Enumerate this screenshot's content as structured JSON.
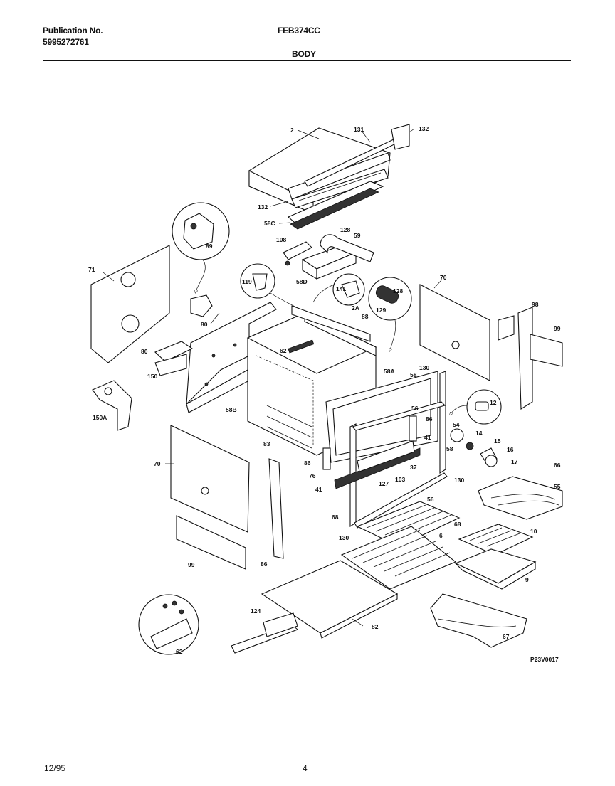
{
  "header": {
    "publication_label": "Publication No.",
    "publication_number": "5995272761",
    "model": "FEB374CC",
    "section": "BODY"
  },
  "footer": {
    "date": "12/95",
    "page": "4"
  },
  "diagram": {
    "drawing_code": "P23V0017",
    "callouts": [
      "2",
      "131",
      "132",
      "132",
      "58C",
      "108",
      "128",
      "59",
      "89",
      "71",
      "119",
      "58D",
      "141",
      "128",
      "129",
      "2A",
      "88",
      "70",
      "98",
      "99",
      "80",
      "80",
      "62",
      "150",
      "58A",
      "130",
      "58",
      "56",
      "12",
      "150A",
      "58B",
      "83",
      "54",
      "14",
      "15",
      "16",
      "17",
      "70",
      "86",
      "86",
      "76",
      "41",
      "103",
      "37",
      "127",
      "130",
      "41",
      "58",
      "66",
      "56",
      "55",
      "68",
      "68",
      "130",
      "10",
      "6",
      "9",
      "124",
      "82",
      "67",
      "99",
      "86",
      "62"
    ]
  }
}
